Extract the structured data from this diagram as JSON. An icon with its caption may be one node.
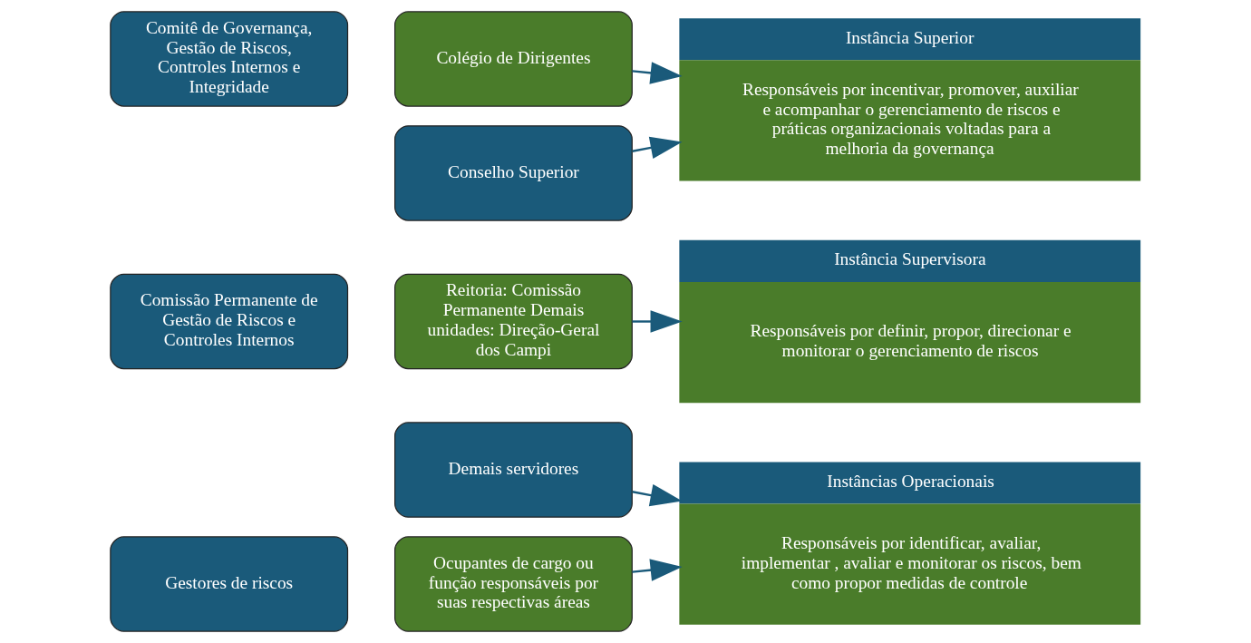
{
  "diagram": {
    "nodes": [
      {
        "text": [
          "Conselho Superior"
        ]
      },
      {
        "text": [
          "Comitê de Governança, Gestão de Riscos, Controles Internos e Integridade"
        ]
      },
      {
        "text": [
          "Colégio de Dirigentes"
        ]
      },
      {
        "text": [
          "Comissão Permanente de Gestão de Riscos e Controles Internos"
        ]
      },
      {
        "text": [
          "Reitoria: Comissão Permanente Demais unidades: Direção-Geral dos Campi"
        ]
      },
      {
        "text": [
          "Gestores de riscos"
        ]
      },
      {
        "text": [
          "Ocupantes de cargo ou função responsáveis por suas respectivas áreas"
        ]
      },
      {
        "text": [
          "Demais servidores"
        ]
      },
      {
        "text": [
          "Instância Superior",
          "Responsáveis por incentivar, promover, auxiliar e acompanhar o gerenciamento de riscos e práticas organizacionais voltadas para a melhoria da governança"
        ]
      },
      {
        "text": [
          "Instância Supervisora",
          "Responsáveis por definir, propor, direcionar e monitorar o gerenciamento de riscos"
        ]
      },
      {
        "text": [
          "Instâncias Operacionais",
          "Responsáveis por identificar, avaliar, implementar , avaliar e monitorar os riscos, bem como propor medidas de controle"
        ]
      }
    ],
    "edges": [
      {
        "from": 0,
        "to": 8,
        "arrow": "to"
      },
      {
        "from": 2,
        "to": 8,
        "arrow": "to"
      },
      {
        "from": 4,
        "to": 9,
        "arrow": "to"
      },
      {
        "from": 6,
        "to": 10,
        "arrow": "to"
      },
      {
        "from": 7,
        "to": 10,
        "arrow": "to"
      }
    ]
  }
}
